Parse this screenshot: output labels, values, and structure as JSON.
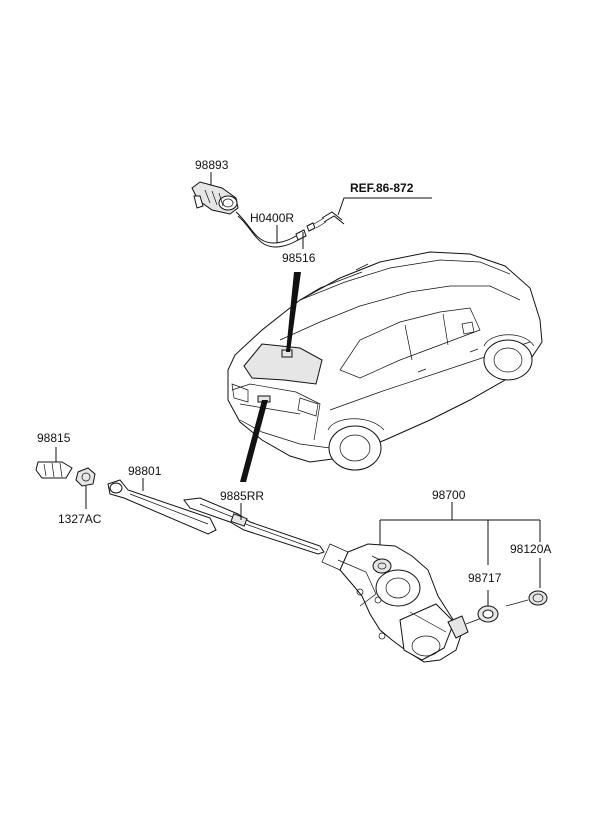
{
  "labels": {
    "p98893": "98893",
    "ref": "REF.86-872",
    "h0400r": "H0400R",
    "p98516": "98516",
    "p98815": "98815",
    "p98801": "98801",
    "p1327ac": "1327AC",
    "p9885rr": "9885RR",
    "p98700": "98700",
    "p98120a": "98120A",
    "p98717": "98717"
  }
}
